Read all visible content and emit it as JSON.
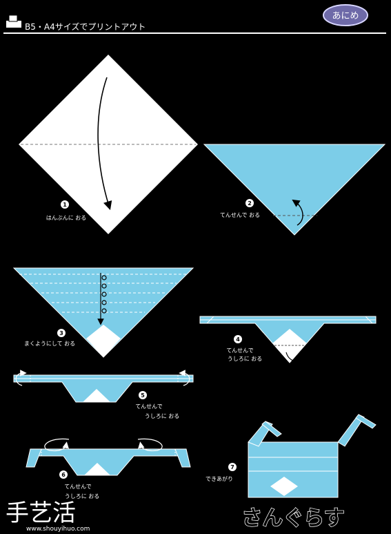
{
  "header": {
    "print_label": "B5・A4サイズでプリントアウト",
    "button_label": "あにめ"
  },
  "colors": {
    "background": "#000000",
    "paper_blue": "#7ccde8",
    "paper_white": "#ffffff",
    "button_bg": "#6e6aa8"
  },
  "steps": [
    {
      "number": "1",
      "lines": [
        "はんぶんに おる"
      ]
    },
    {
      "number": "2",
      "lines": [
        "てんせんで おる"
      ]
    },
    {
      "number": "3",
      "lines": [
        "まくようにして おる"
      ]
    },
    {
      "number": "4",
      "lines": [
        "てんせんで",
        "うしろに おる"
      ]
    },
    {
      "number": "5",
      "lines": [
        "てんせんで",
        "うしろに おる"
      ]
    },
    {
      "number": "6",
      "lines": [
        "てんせんで",
        "うしろに おる"
      ]
    },
    {
      "number": "7",
      "lines": [
        "できあがり"
      ]
    }
  ],
  "title": "さんぐらす",
  "watermark": {
    "logo": "手艺活",
    "url": "www.shouyihuo.com"
  }
}
